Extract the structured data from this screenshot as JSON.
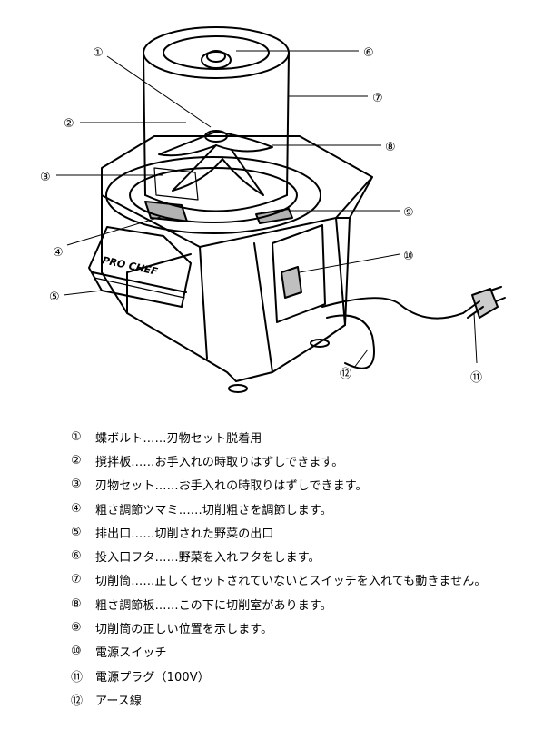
{
  "diagram": {
    "brand_label": "PRO CHEF"
  },
  "parts": [
    {
      "num": "①",
      "text": "蝶ボルト……刃物セット脱着用"
    },
    {
      "num": "②",
      "text": "撹拌板……お手入れの時取りはずしできます。"
    },
    {
      "num": "③",
      "text": "刃物セット……お手入れの時取りはずしできます。"
    },
    {
      "num": "④",
      "text": "粗さ調節ツマミ……切削粗さを調節します。"
    },
    {
      "num": "⑤",
      "text": "排出口……切削された野菜の出口"
    },
    {
      "num": "⑥",
      "text": "投入口フタ……野菜を入れフタをします。"
    },
    {
      "num": "⑦",
      "text": "切削筒……正しくセットされていないとスイッチを入れても動きません。"
    },
    {
      "num": "⑧",
      "text": "粗さ調節板……この下に切削室があります。"
    },
    {
      "num": "⑨",
      "text": "切削筒の正しい位置を示します。"
    },
    {
      "num": "⑩",
      "text": "電源スイッチ"
    },
    {
      "num": "⑪",
      "text": "電源プラグ（100V）"
    },
    {
      "num": "⑫",
      "text": "アース線"
    }
  ]
}
